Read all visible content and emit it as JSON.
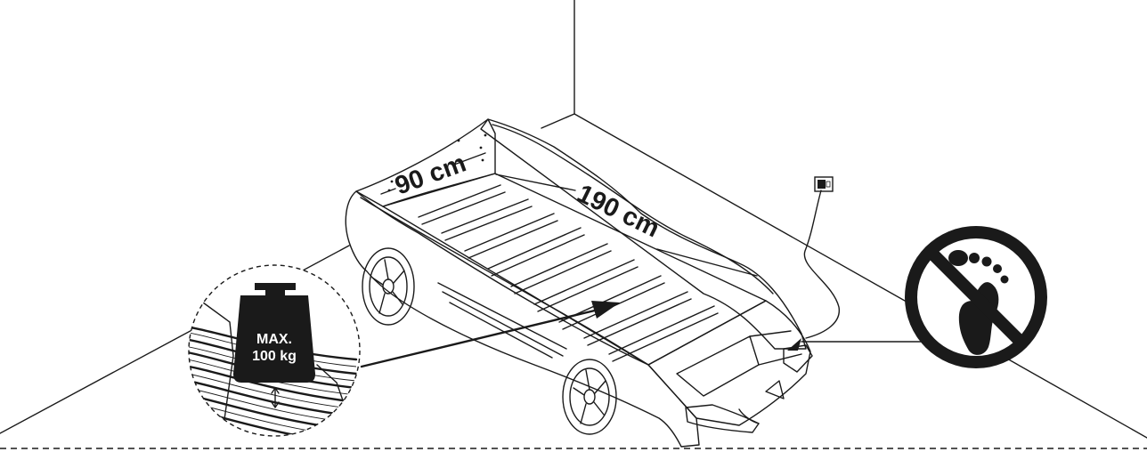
{
  "dimensions": {
    "width_label": "90 cm",
    "length_label": "190 cm"
  },
  "weight_limit": {
    "line1": "MAX.",
    "line2": "100 kg"
  },
  "icons": {
    "weight": "weight-icon",
    "no_standing": "no-standing-on-bed-icon",
    "power_plug": "power-plug-icon"
  },
  "colors": {
    "ink": "#1a1a1a",
    "background": "#ffffff"
  }
}
